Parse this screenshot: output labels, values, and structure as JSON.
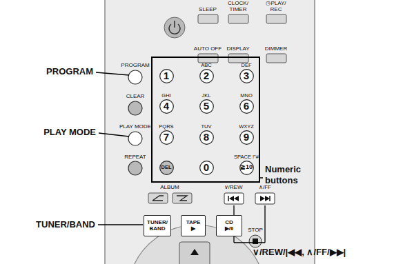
{
  "diagram": {
    "nodes": [
      {
        "text": [
          "1"
        ]
      },
      {
        "text": [
          "ABC",
          "2"
        ]
      },
      {
        "text": [
          "DEF",
          "3"
        ]
      },
      {
        "text": [
          "GHI",
          "4"
        ]
      },
      {
        "text": [
          "JKL",
          "5"
        ]
      },
      {
        "text": [
          "MNO",
          "6"
        ]
      },
      {
        "text": [
          "PQRS",
          "7"
        ]
      },
      {
        "text": [
          "TUV",
          "8"
        ]
      },
      {
        "text": [
          "WXYZ",
          "9"
        ]
      },
      {
        "text": [
          "DEL"
        ]
      },
      {
        "text": [
          "0"
        ]
      },
      {
        "text": [
          "SPACE !\"#",
          "≧10"
        ]
      },
      {
        "text": [
          "TUNER/ BAND"
        ]
      },
      {
        "text": [
          "TAPE ▶"
        ]
      },
      {
        "text": [
          "CD ▶/II"
        ]
      }
    ],
    "labels": [
      "SLEEP",
      "CLOCK/ TIMER",
      "◷PLAY/ REC",
      "AUTO OFF",
      "DISPLAY",
      "DIMMER",
      "PROGRAM",
      "PROGRAM",
      "CLEAR",
      "Numeric buttons",
      "PLAY MODE",
      "PLAY MODE",
      "REPEAT",
      "ALBUM",
      "∨/REW",
      "∧/FF",
      "∨/REW/|◀◀, ∧/FF/▶▶|",
      "TUNER/BAND",
      "STOP"
    ]
  }
}
